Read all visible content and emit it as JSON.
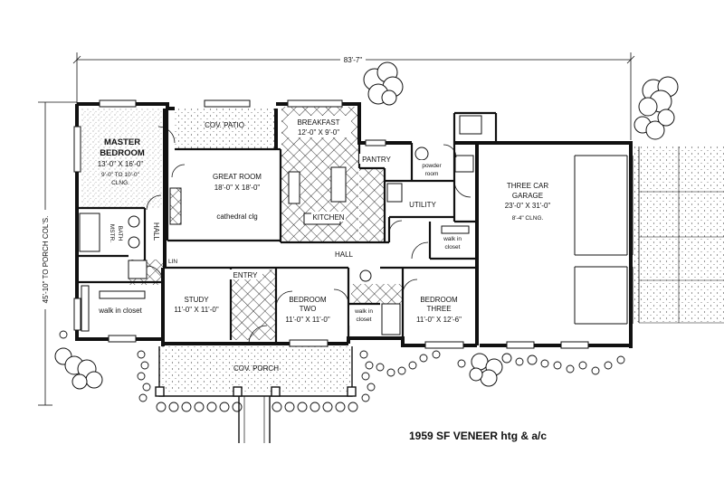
{
  "plan": {
    "overall_width": "83'-7\"",
    "overall_depth": "45'-10\" TO PORCH COL'S.",
    "caption": "1959 SF VENEER htg & a/c"
  },
  "rooms": {
    "master": {
      "name1": "MASTER",
      "name2": "BEDROOM",
      "size": "13'-0\" X 16'-0\"",
      "ceiling1": "9'-0\" TO 10'-0\"",
      "ceiling2": "CLNG."
    },
    "patio": {
      "name": "COV. PATIO"
    },
    "breakfast": {
      "name": "BREAKFAST",
      "size": "12'-0\" X 9'-0\""
    },
    "great_room": {
      "name": "GREAT ROOM",
      "size": "18'-0\" X 18'-0\"",
      "note": "cathedral clg"
    },
    "kitchen": {
      "name": "KITCHEN"
    },
    "pantry": {
      "name": "PANTRY"
    },
    "powder": {
      "name1": "powder",
      "name2": "room"
    },
    "utility": {
      "name": "UTILITY"
    },
    "garage": {
      "name1": "THREE CAR",
      "name2": "GARAGE",
      "size": "23'-0\" X 31'-0\"",
      "ceiling": "8'-4\" CLNG."
    },
    "mstr_bath": {
      "name1": "MSTR.",
      "name2": "BATH"
    },
    "hall_left": {
      "name": "HALL"
    },
    "lin": {
      "name": "LIN"
    },
    "hall_center": {
      "name": "HALL"
    },
    "entry": {
      "name": "ENTRY"
    },
    "master_closet": {
      "name": "walk in closet"
    },
    "study": {
      "name": "STUDY",
      "size": "11'-0\" X 11'-0\""
    },
    "bedroom_two": {
      "name1": "BEDROOM",
      "name2": "TWO",
      "size": "11'-0\" X 11'-0\""
    },
    "closet_two": {
      "name1": "walk in",
      "name2": "closet"
    },
    "bedroom_three": {
      "name1": "BEDROOM",
      "name2": "THREE",
      "size": "11'-0\" X 12'-6\""
    },
    "closet_three": {
      "name1": "walk in",
      "name2": "closet"
    },
    "porch": {
      "name": "COV. PORCH"
    }
  }
}
